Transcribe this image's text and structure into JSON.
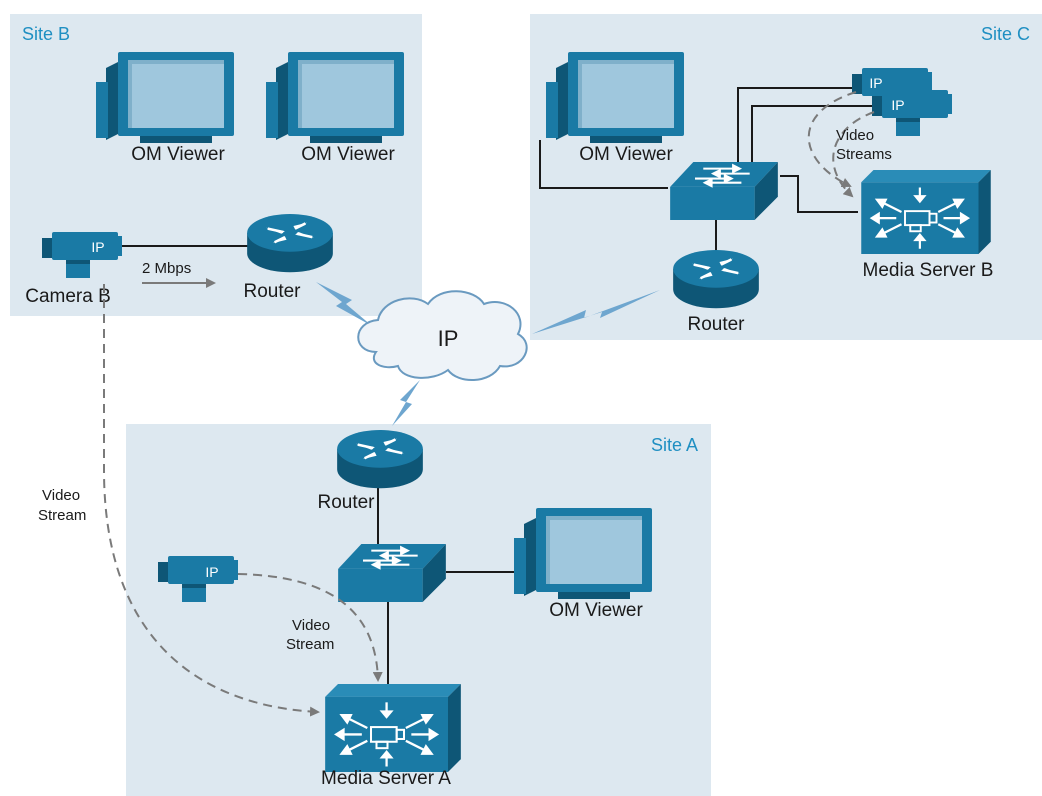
{
  "colors": {
    "site_bg": "#dde8f0",
    "site_label": "#1f8fc2",
    "device_blue": "#1a7aa5",
    "device_dark": "#0e5676",
    "screen_fill": "#9fc7dd",
    "wire": "#1a1a1a",
    "stream": "#7a7a7a",
    "cloud_fill": "#eef3f8",
    "cloud_stroke": "#6a9ac0",
    "wan_link": "#6ea6cf"
  },
  "sites": {
    "site_b": "Site B",
    "site_c": "Site C",
    "site_a": "Site A"
  },
  "cloud_label": "IP",
  "site_b": {
    "viewer1": "OM Viewer",
    "viewer2": "OM Viewer",
    "camera": "Camera B",
    "camera_tag": "IP",
    "router": "Router",
    "bandwidth": "2 Mbps"
  },
  "site_c": {
    "viewer": "OM Viewer",
    "camera_tag_1": "IP",
    "camera_tag_2": "IP",
    "streams_line1": "Video",
    "streams_line2": "Streams",
    "media_server": "Media Server B",
    "router": "Router"
  },
  "site_a": {
    "router": "Router",
    "camera_tag": "IP",
    "stream_line1": "Video",
    "stream_line2": "Stream",
    "viewer": "OM Viewer",
    "media_server": "Media Server A"
  },
  "cross_site": {
    "stream_line1": "Video",
    "stream_line2": "Stream"
  },
  "icons": [
    "monitor-icon",
    "ip-camera-icon",
    "router-icon",
    "switch-icon",
    "media-server-icon",
    "cloud-icon",
    "wan-link-icon"
  ]
}
